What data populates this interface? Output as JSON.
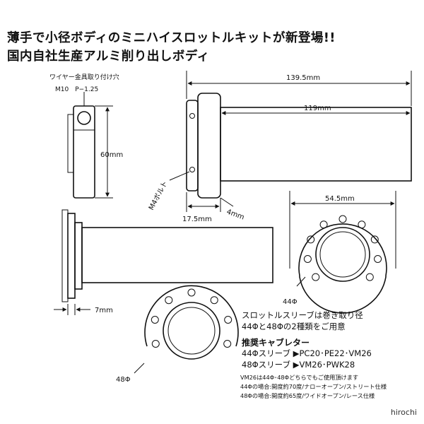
{
  "headline": {
    "line1": "薄手で小径ボディのミニハイスロットルキットが新登場!!",
    "line2": "国内自社生産アルミ削り出しボディ"
  },
  "labels": {
    "wire_hole_line1": "ワイヤー金具取り付け穴",
    "wire_hole_line2": "M10　P−1.25",
    "dim_60": "60mm",
    "dim_139_5": "139.5mm",
    "dim_119": "119mm",
    "m4_bolt": "M4ボルト",
    "dim_4": "4mm",
    "dim_17_5": "17.5mm",
    "dim_54_5": "54.5mm",
    "dim_7": "7mm",
    "size_44": "44Φ",
    "size_48": "48Φ"
  },
  "info": {
    "line1": "スロットルスリーブは巻き取り径",
    "line2": "44Φと48Φの2種類をご用意",
    "carb_heading": "推奨キャブレター",
    "carb_44": "44Φスリーブ ▶PC20･PE22･VM26",
    "carb_48": "48Φスリーブ ▶VM26･PWK28",
    "note1": "VM26は44Φ･48Φどちらでもご使用頂けます",
    "note2": "44Φの場合:開度約70度/ナローオープン/ストリート仕様",
    "note3": "48Φの場合:開度約65度/ワイドオープン/レース仕様"
  },
  "watermark": "hirochi",
  "colors": {
    "ink": "#111111",
    "hole_fill": "#ffffff",
    "background": "#ffffff"
  }
}
